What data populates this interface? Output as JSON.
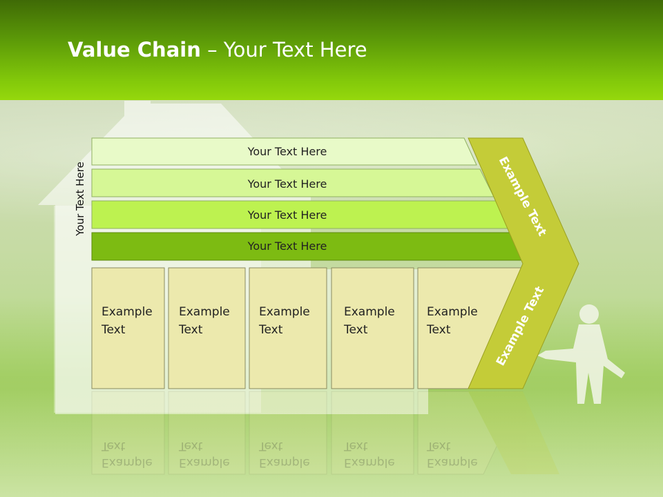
{
  "slide": {
    "title_bold": "Value Chain",
    "title_rest": " – Your Text Here",
    "vertical_label": "Your Text Here"
  },
  "bars": [
    {
      "label": "Your Text Here",
      "color": "#e8fac8"
    },
    {
      "label": "Your Text Here",
      "color": "#d6f796"
    },
    {
      "label": "Your Text Here",
      "color": "#bdf250"
    },
    {
      "label": "Your Text Here",
      "color": "#7dbb12"
    }
  ],
  "cells": [
    {
      "line1": "Example",
      "line2": "Text"
    },
    {
      "line1": "Example",
      "line2": "Text"
    },
    {
      "line1": "Example",
      "line2": "Text"
    },
    {
      "line1": "Example",
      "line2": "Text"
    },
    {
      "line1": "Example",
      "line2": "Text"
    }
  ],
  "chevron": {
    "upper_label": "Example Text",
    "lower_label": "Example Text",
    "color": "#c4cc38"
  },
  "colors": {
    "cell_fill": "#ece9ad",
    "header_top": "#3f6a06",
    "header_bottom": "#95d80c"
  }
}
